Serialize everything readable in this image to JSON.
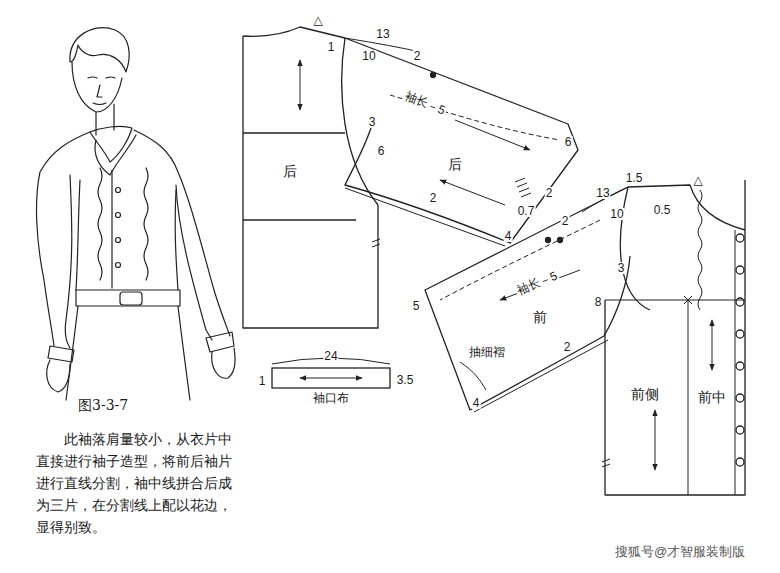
{
  "diagram": {
    "title": "图3-3-7",
    "caption": "此袖落肩量较小，从衣片中直接进行袖子造型，将前后袖片进行直线分割，袖中线拼合后成为三片，在分割线上配以花边，显得别致。",
    "nodes": [
      {
        "text": [
          "后"
        ]
      },
      {
        "text": [
          "后"
        ]
      },
      {
        "text": [
          "前"
        ]
      },
      {
        "text": [
          "前侧"
        ]
      },
      {
        "text": [
          "前中"
        ]
      },
      {
        "text": [
          "袖口布"
        ]
      }
    ],
    "labels": [
      "△",
      "13",
      "1",
      "10",
      "2",
      "袖长－5",
      "3",
      "6",
      "6",
      "2",
      "2",
      "0.7",
      "4",
      "1.5",
      "△",
      "13",
      "10",
      "0.5",
      "2",
      "3",
      "袖长－5",
      "8",
      "5",
      "抽细褶",
      "2",
      "4",
      "24",
      "1",
      "3.5",
      "搜狐号@才智服装制版"
    ]
  }
}
